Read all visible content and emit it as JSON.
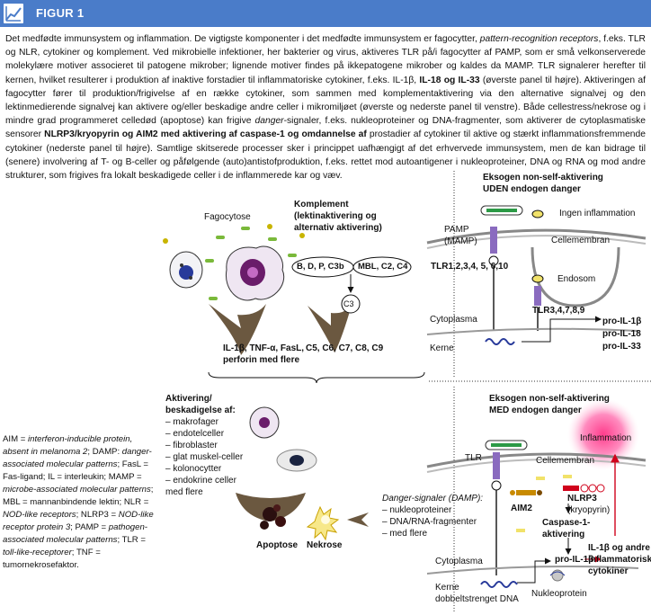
{
  "header": {
    "title": "FIGUR 1"
  },
  "intro": {
    "s1": "Det medfødte immunsystem og inflammation. De vigtigste komponenter i det medfødte immunsystem er fagocytter, ",
    "s1i": "pattern-recognition receptors",
    "s2": ", f.eks. TLR og NLR, cytokiner og komplement. Ved mikrobielle infektioner, her bakterier og virus, aktiveres TLR på/i fagocytter af PAMP, som er små velkonserverede molekylære motiver associeret til patogene mikrober; lignende motiver findes på ikkepatogene mikrober og kaldes da MAMP. TLR signalerer herefter til kernen, hvilket resulterer i produktion af inaktive forstadier til inflammatoriske cytokiner, f.eks. IL-1β, ",
    "s2b": "IL-18 og IL-33",
    "s3": " (øverste panel til højre). Aktiveringen af fagocytter fører til produktion/frigivelse af en række cytokiner, som sammen med komplementaktivering via den alternative signalvej og den lektinmedierende signalvej kan aktivere og/eller beskadige andre celler i mikromiljøet (øverste og nederste panel til venstre). Både cellestress/nekrose og i mindre grad programmeret celledød (apoptose) kan frigive ",
    "s3i": "danger",
    "s4": "-signaler, f.eks. nukleoproteiner og DNA-fragmenter, som aktiverer de cytoplasmatiske sensorer ",
    "s4b": "NLRP3/kryopyrin og AIM2 med aktivering af caspase-1 og omdannelse af",
    "s5": " prostadier af cytokiner til aktive og stærkt inflammationsfremmende cytokiner (nederste panel til højre). Samtlige skitserede processer sker i princippet uafhængigt af det erhvervede immunsystem, men de kan bidrage til (senere) involvering af T- og B-celler og påfølgende (auto)antistofproduktion, f.eks. rettet mod autoantigener i nukleoproteiner, DNA og RNA og mod andre strukturer, som frigives fra lokalt beskadigede celler i de inflammerede kar og væv."
  },
  "left_top": {
    "fagocytose": "Fagocytose",
    "komplement": [
      "Komplement",
      "(lektinaktivering og",
      "alternativ aktivering)"
    ],
    "pathway1": "B, D, P, C3b",
    "pathway2": "MBL, C2, C4",
    "c3": "C3",
    "cytokines": [
      "IL-1β, TNF-α, FasL,",
      "perforin med flere"
    ],
    "complement_out": "C5, C6, C7, C8, C9"
  },
  "left_bottom": {
    "activation": [
      "Aktivering/",
      "beskadigelse af:",
      "– makrofager",
      "– endotelceller",
      "– fibroblaster",
      "– glat muskel-celler",
      "– kolonocytter",
      "– endokrine celler",
      "med flere"
    ],
    "apoptose": "Apoptose",
    "nekrose": "Nekrose",
    "danger": [
      "Danger-signaler (DAMP):",
      "– nukleoproteiner",
      "– DNA/RNA-fragmenter",
      "– med flere"
    ]
  },
  "right_top": {
    "title1": "Eksogen non-self-aktivering",
    "title2": "UDEN endogen danger",
    "ingen": "Ingen inflammation",
    "pamp": [
      "PAMP",
      "(MAMP)"
    ],
    "cellemembran": "Cellemembran",
    "tlr_surface": "TLR1,2,3,4, 5, 6,10",
    "endosom": "Endosom",
    "tlr_endo": "TLR3,4,7,8,9",
    "cytoplasma": "Cytoplasma",
    "kerne": "Kerne",
    "pro": [
      "pro-IL-1β",
      "pro-IL-18",
      "pro-IL-33"
    ]
  },
  "right_bottom": {
    "title1": "Eksogen non-self-aktivering",
    "title2": "MED endogen danger",
    "inflammation": "Inflammation",
    "cellemembran": "Cellemembran",
    "tlr": "TLR",
    "aim2": "AIM2",
    "nlrp3": [
      "NLRP3",
      "(kryopyrin)"
    ],
    "caspase": [
      "Caspase-1-",
      "aktivering"
    ],
    "il1b": [
      "IL-1β og andre",
      "inflammatoriske",
      "cytokiner"
    ],
    "cytoplasma": "Cytoplasma",
    "pro_il1b": "pro-IL-1β",
    "kerne": [
      "Kerne",
      "dobbeltstrenget DNA"
    ],
    "nukleoprotein": "Nukleoprotein"
  },
  "legend": {
    "l1a": "AIM = ",
    "l1i": "interferon-inducible protein, absent in melanoma 2",
    "l2a": "; DAMP: ",
    "l2i": "danger-associated molecular patterns",
    "l3": "; FasL = Fas-ligand; IL = interleukin; MAMP = ",
    "l3i": "microbe-associated molecular patterns",
    "l4": "; MBL = mannanbindende lektin; NLR = ",
    "l4i": "NOD-like receptors",
    "l5": "; NLRP3 = ",
    "l5i": "NOD-like receptor protein 3",
    "l6": "; PAMP = ",
    "l6i": "pathogen-associated molecular patterns",
    "l7": "; TLR = ",
    "l7i": "toll-like-receptorer",
    "l8": "; TNF = tumornekrosefaktor."
  },
  "colors": {
    "header": "#4a7cc9",
    "arrow": "#6b5840",
    "inflammation": "#f06aa0",
    "red": "#d0021b"
  }
}
